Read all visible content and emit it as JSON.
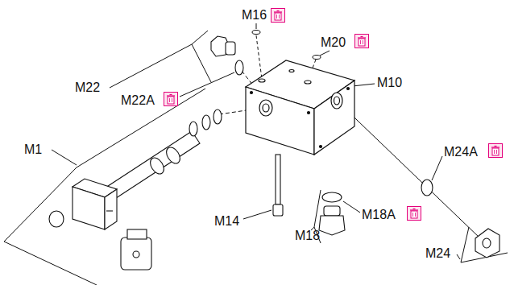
{
  "diagram": {
    "labels": [
      "M16",
      "M20",
      "M10",
      "M22",
      "M22A",
      "M1",
      "M24A",
      "M18A",
      "M14",
      "M18",
      "M24"
    ]
  }
}
